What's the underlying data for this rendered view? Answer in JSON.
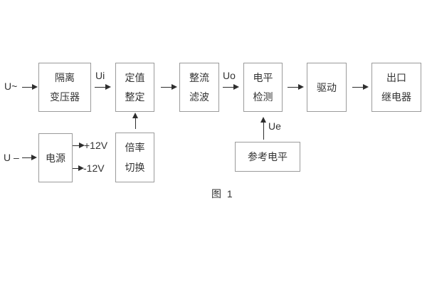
{
  "figure": {
    "caption": "图 1",
    "colors": {
      "background": "#ffffff",
      "box_border": "#9b9b9b",
      "text": "#333333",
      "arrow": "#2e2e2e"
    },
    "blocks": {
      "isolation_transformer": {
        "line1": "隔离",
        "line2": "变压器"
      },
      "value_setting": {
        "line1": "定值",
        "line2": "整定"
      },
      "rectifier_filter": {
        "line1": "整流",
        "line2": "滤波"
      },
      "level_detection": {
        "line1": "电平",
        "line2": "检测"
      },
      "drive": {
        "line1": "驱动"
      },
      "output_relay": {
        "line1": "出口",
        "line2": "继电器"
      },
      "power_supply": {
        "line1": "电源"
      },
      "multiplier_switch": {
        "line1": "倍率",
        "line2": "切换"
      },
      "reference_level": {
        "line1": "参考电平"
      }
    },
    "signals": {
      "input_ac": "U~",
      "input_dc": "U –",
      "ui": "Ui",
      "uo": "Uo",
      "ue": "Ue",
      "plus_12v": "+12V",
      "minus_12v": "-12V"
    }
  }
}
